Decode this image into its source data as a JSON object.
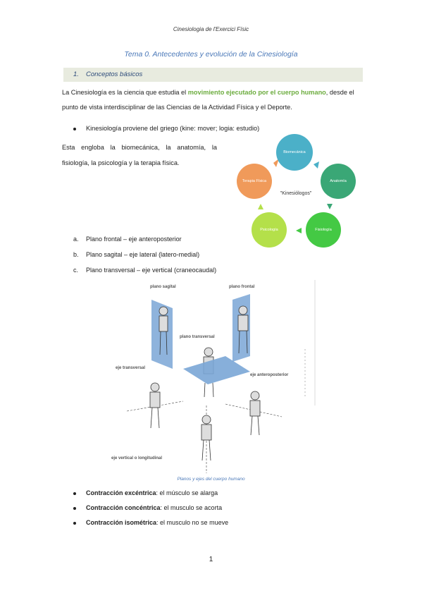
{
  "header": "Cinesiologia de l'Exercici Físic",
  "title": "Tema 0. Antecedentes y evolución de la Cinesiología",
  "section": {
    "number": "1.",
    "label": "Conceptos básicos"
  },
  "intro": {
    "part1": "La Cinesiología es la ciencia que estudia el ",
    "highlight": "movimiento ejecutado por el cuerpo humano",
    "part2": ", desde el punto de vista interdisciplinar de las Ciencias de la Actividad Física y el Deporte."
  },
  "bullet_origin": "Kinesiología proviene del griego (kine: mover; logia: estudio)",
  "paragraph2": "Esta engloba la biomecánica, la anatomía, la fisiología, la psicología y la terapia física.",
  "cycle": {
    "center": "\"Kinesiólogos\"",
    "nodes": [
      {
        "label": "Biomecánica",
        "color": "#4bb0c8"
      },
      {
        "label": "Anatomía",
        "color": "#3aa776"
      },
      {
        "label": "Fisiología",
        "color": "#44c944"
      },
      {
        "label": "Psicología",
        "color": "#b4e04a"
      },
      {
        "label": "Terapia Física",
        "color": "#f09a5a"
      }
    ]
  },
  "planes": [
    {
      "letter": "a.",
      "text": "Plano frontal – eje anteroposterior"
    },
    {
      "letter": "b.",
      "text": "Plano sagital – eje lateral (latero-medial)"
    },
    {
      "letter": "c.",
      "text": "Plano transversal – eje vertical (craneocaudal)"
    }
  ],
  "figure": {
    "labels": {
      "sagital": "plano sagital",
      "frontal": "plano frontal",
      "transversal": "plano transversal",
      "eje_transversal": "eje transversal",
      "eje_antero": "eje anteroposterior",
      "eje_vertical": "eje vertical o longitudinal"
    },
    "caption": "Planos y ejes del cuerpo humano"
  },
  "contractions": [
    {
      "term": "Contracción excéntrica",
      "desc": ": el músculo se alarga"
    },
    {
      "term": "Contracción concéntrica",
      "desc": ": el musculo se acorta"
    },
    {
      "term": "Contracción isométrica",
      "desc": ": el musculo no se mueve"
    }
  ],
  "page_number": "1"
}
